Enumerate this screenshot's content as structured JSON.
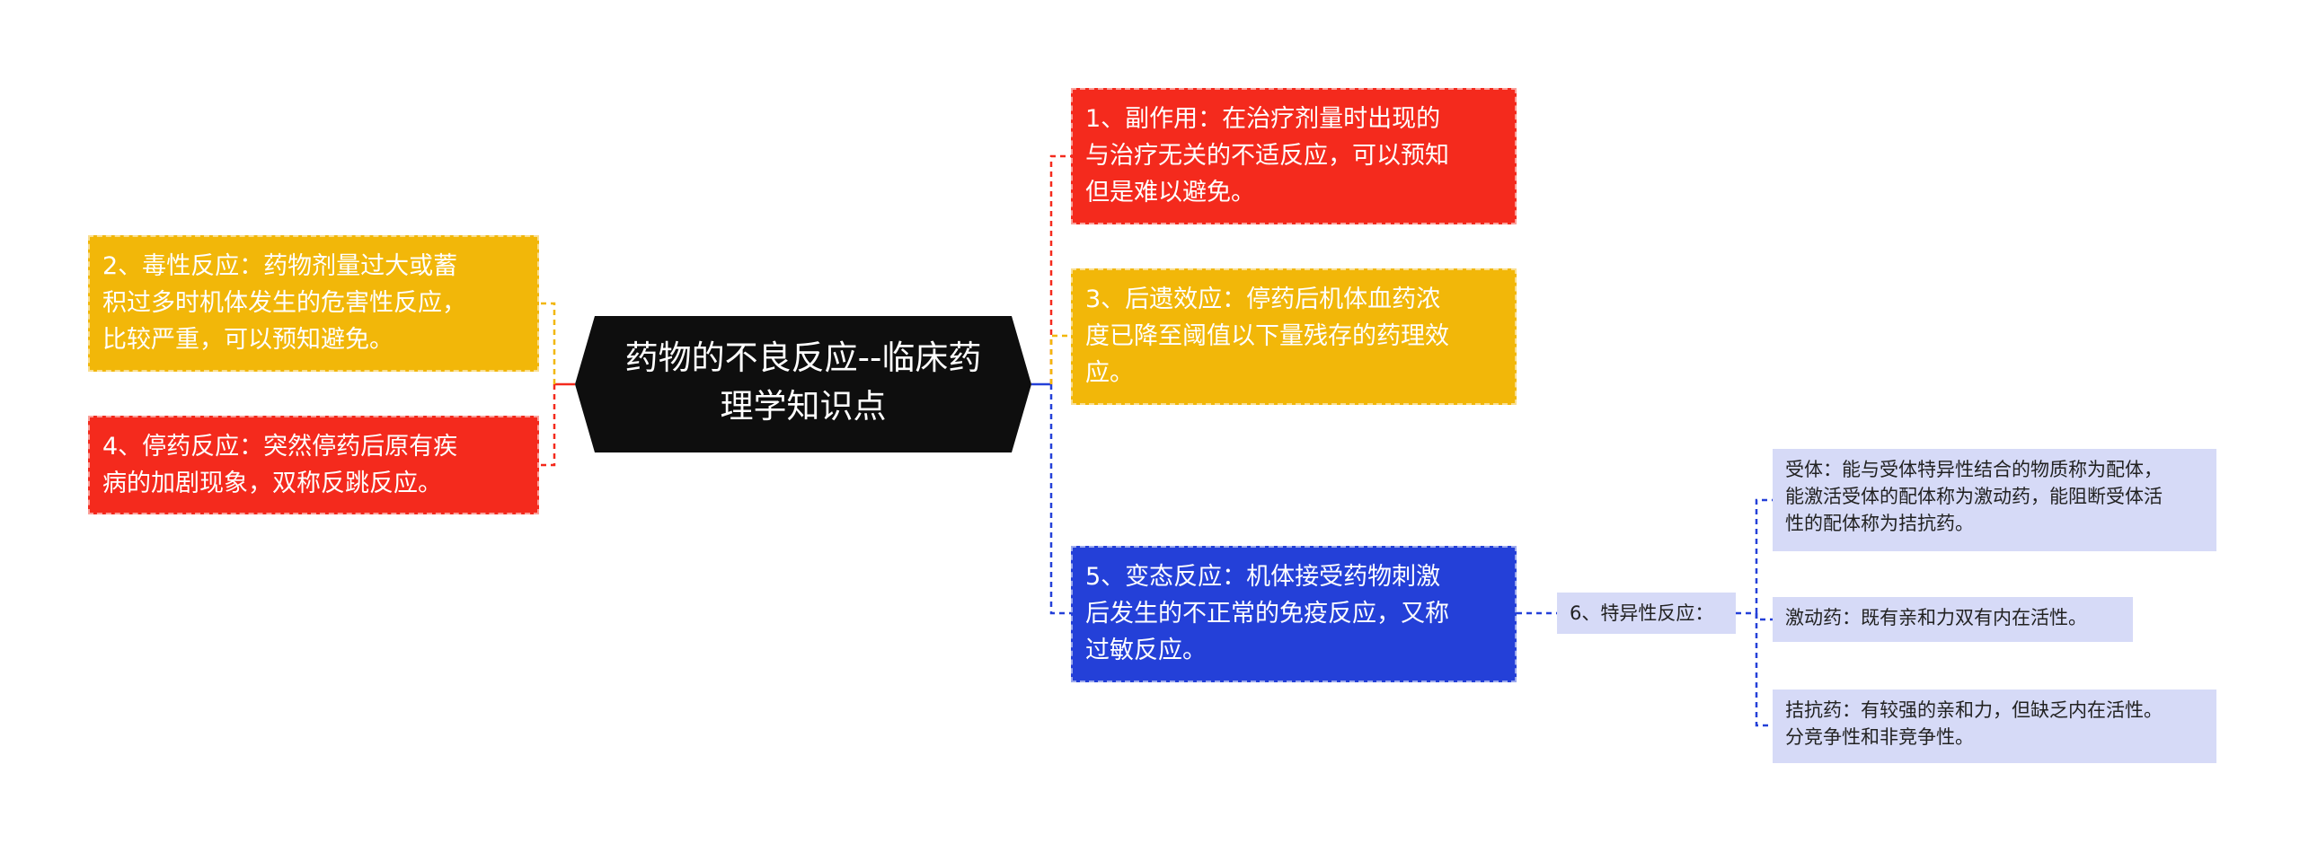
{
  "root": {
    "title": "药物的不良反应--临床药\n理学知识点"
  },
  "left_nodes": [
    {
      "text": "2、毒性反应：药物剂量过大或蓄\n积过多时机体发生的危害性反应，\n比较严重，可以预知避免。"
    },
    {
      "text": "4、停药反应：突然停药后原有疾\n病的加剧现象，双称反跳反应。"
    }
  ],
  "right_nodes": [
    {
      "text": "1、副作用：在治疗剂量时出现的\n与治疗无关的不适反应，可以预知\n但是难以避免。"
    },
    {
      "text": "3、后遗效应：停药后机体血药浓\n度已降至阈值以下量残存的药理效\n应。"
    },
    {
      "text": "5、变态反应：机体接受药物刺激\n后发生的不正常的免疫反应，又称\n过敏反应。"
    }
  ],
  "sub_node": {
    "text": "6、特异性反应："
  },
  "leaf_nodes": [
    {
      "text": "受体：能与受体特异性结合的物质称为配体，\n能激活受体的配体称为激动药，能阻断受体活\n性的配体称为拮抗药。"
    },
    {
      "text": "激动药：既有亲和力双有内在活性。"
    },
    {
      "text": "拮抗药：有较强的亲和力，但缺乏内在活性。\n分竞争性和非竞争性。"
    }
  ],
  "colors": {
    "red": "#f42a1d",
    "yellow": "#f2b709",
    "blue": "#2440d8",
    "lavender": "#d6daf7",
    "root": "#0e0e0e"
  }
}
